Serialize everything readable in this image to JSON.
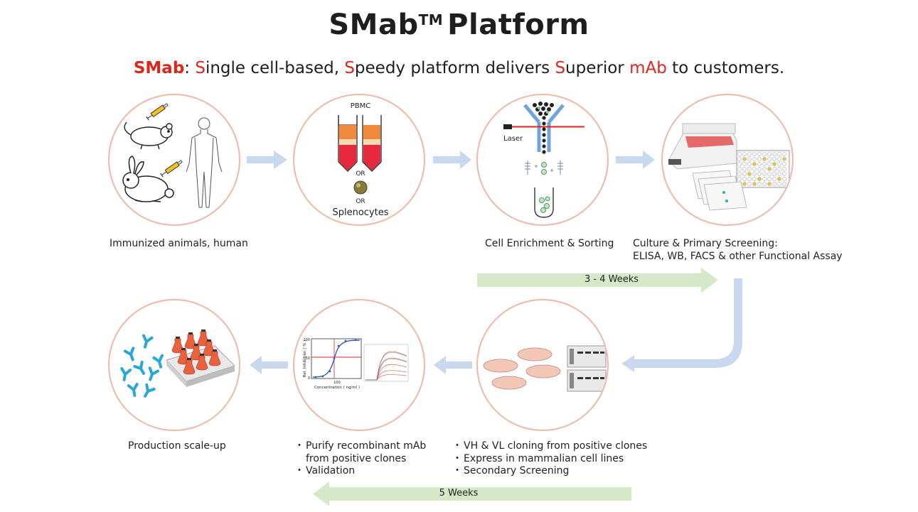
{
  "header": {
    "title_main": "SMab",
    "title_tm": "TM",
    "title_rest": "Platform",
    "subtitle": {
      "brand": "SMab",
      "colon": ": ",
      "s1": "S",
      "t1": "ingle cell-based, ",
      "s2": "S",
      "t2": "peedy platform delivers ",
      "s3": "S",
      "t3": "uperior ",
      "mab": "mAb",
      "t4": " to customers."
    }
  },
  "steps": [
    {
      "id": "immunization",
      "caption": "Immunized animals, human"
    },
    {
      "id": "pbmc",
      "caption": "",
      "labels": {
        "pbmc": "PBMC",
        "or1": "OR",
        "or2": "OR",
        "splenocytes": "Splenocytes"
      }
    },
    {
      "id": "sorting",
      "caption": "Cell Enrichment & Sorting",
      "labels": {
        "laser": "Laser"
      }
    },
    {
      "id": "screening",
      "caption_line1": "Culture  & Primary Screening:",
      "caption_line2": "ELISA, WB, FACS & other Functional Assay"
    },
    {
      "id": "cloning",
      "bullets": [
        "VH & VL cloning from positive clones",
        "Express in mammalian cell lines",
        "Secondary Screening"
      ]
    },
    {
      "id": "purify",
      "bullets": [
        "Purify recombinant mAb",
        "Validation"
      ],
      "bullet1_cont": "from positive clones",
      "plot_labels": {
        "ylabel": "Rel. Inhibition ( % )",
        "xlabel": "Concentration ( ng/ml )",
        "xtick": "100",
        "ytick1": "100",
        "ytick2": "50",
        "ytick3": "0"
      }
    },
    {
      "id": "production",
      "caption": "Production scale-up"
    }
  ],
  "timeline": [
    {
      "label": "3 - 4 Weeks",
      "direction": "right"
    },
    {
      "label": "5 Weeks",
      "direction": "left"
    }
  ],
  "colors": {
    "accent_red": "#e0251b",
    "circle_border": "#f0b8a4",
    "flow_arrow": "#c9d8ef",
    "timeline_arrow": "#d5e8c8"
  }
}
